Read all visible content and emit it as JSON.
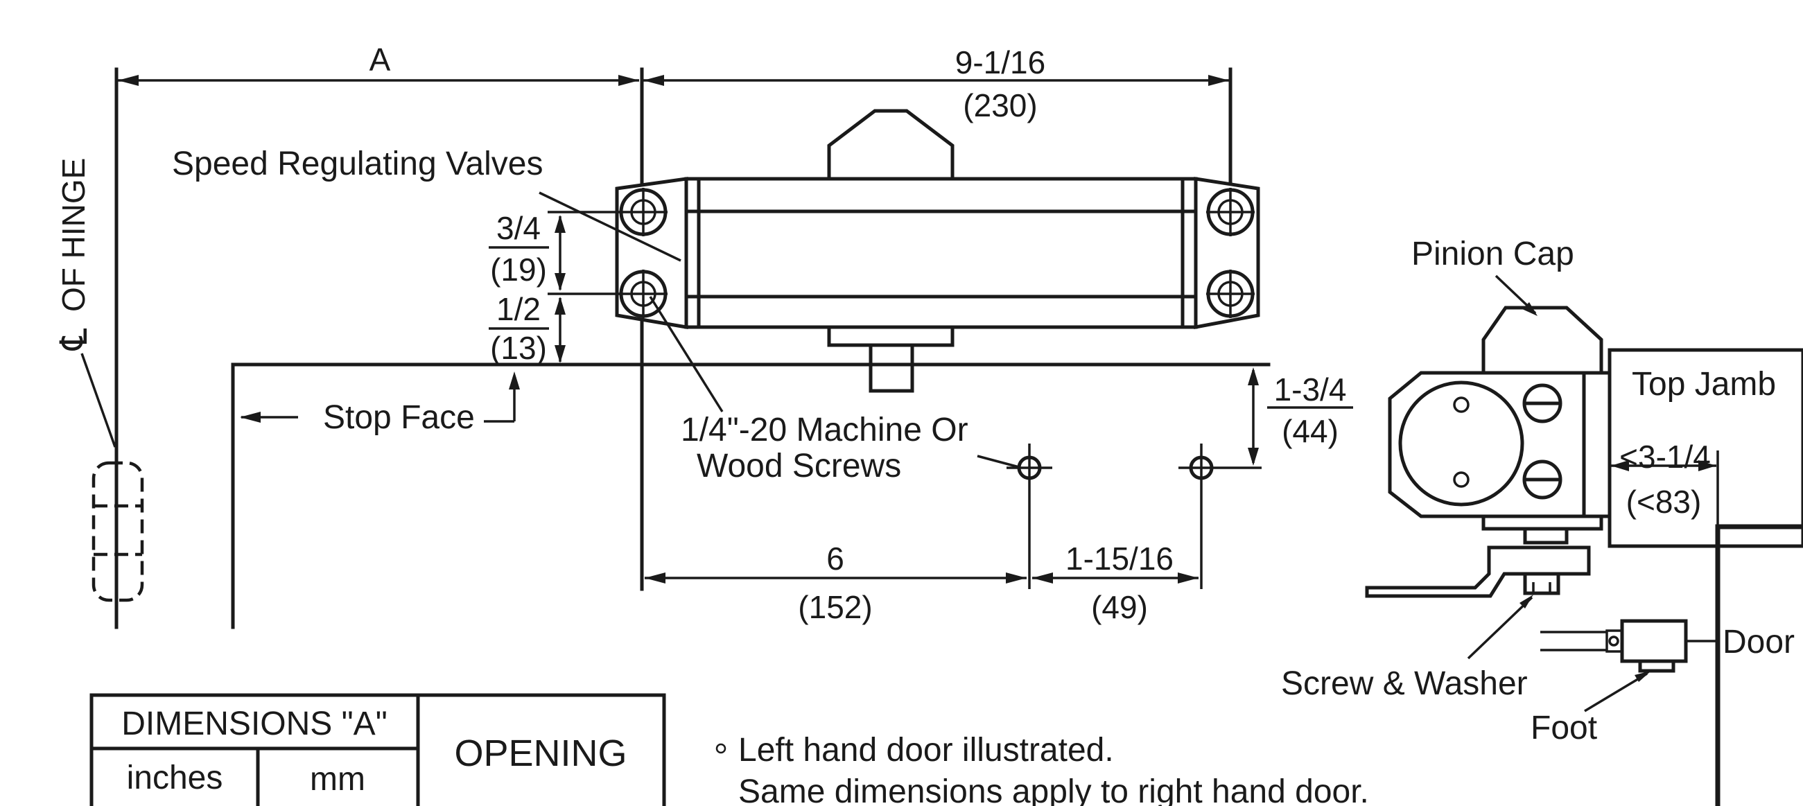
{
  "dims": {
    "a_label": "A",
    "top_in": "9-1/16",
    "top_mm": "(230)",
    "valve_in": "3/4",
    "valve_mm": "(19)",
    "screw_offset_in": "1/2",
    "screw_offset_mm": "(13)",
    "screw_drop_in": "1-3/4",
    "screw_drop_mm": "(44)",
    "bottom_in": "6",
    "bottom_mm": "(152)",
    "spacing_in": "1-15/16",
    "spacing_mm": "(49)",
    "jamb_in": "<3-1/4",
    "jamb_mm": "(<83)"
  },
  "labels": {
    "hinge_centerline": "OF HINGE",
    "hinge_symbol": "℄",
    "speed_valves": "Speed Regulating Valves",
    "stop_face": "Stop Face",
    "screws_line1": "1/4\"-20 Machine Or",
    "screws_line2": "Wood Screws",
    "pinion_cap": "Pinion Cap",
    "top_jamb": "Top Jamb",
    "screw_washer": "Screw & Washer",
    "door": "Door",
    "foot": "Foot"
  },
  "table": {
    "header": "DIMENSIONS \"A\"",
    "col_inches": "inches",
    "col_mm": "mm",
    "col_opening": "OPENING"
  },
  "notes": {
    "line1": "Left hand door illustrated.",
    "line2": "Same dimensions apply to right hand door."
  }
}
